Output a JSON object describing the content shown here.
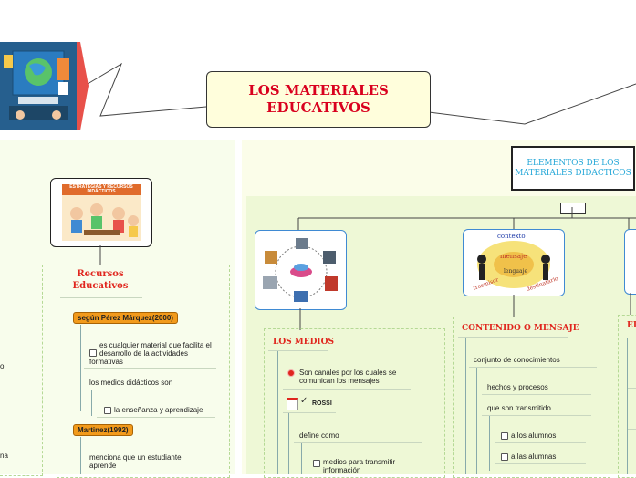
{
  "title": "LOS MATERIALES EDUCATIVOS",
  "elementos": {
    "label": "ELEMENTOS DE LOS MATERIALES DIDACTICOS"
  },
  "left": {
    "image_caption": "ESTRATEGIAS Y RECURSOS DIDÁCTICOS",
    "recursos_label": "Recursos Educativos",
    "perez": "según Pérez Márquez(2000)",
    "perez_def": "es cualquier material que facilita el desarrollo de la actividades formativas",
    "medios_son": "los medios didácticos son",
    "ensenanza": "la enseñanza y aprendizaje",
    "martinez": "Martinez(1992)",
    "menciona": "menciona que un estudiante aprende",
    "frag_o": "o",
    "frag_na": "na"
  },
  "medios": {
    "label": "LOS MEDIOS",
    "canales": "Son canales por los cuales se comunican los mensajes",
    "rossi": "ROSSI",
    "define": "define como",
    "transmitir": "medios para transmitir información"
  },
  "contenido": {
    "label": "CONTENIDO O MENSAJE",
    "conjunto": "conjunto de conocimientos",
    "hechos": "hechos y procesos",
    "transmitido": "que son transmitido",
    "alumnos": "a los alumnos",
    "alumnas": "a las alumnas",
    "diagram": {
      "contexto": "contexto",
      "mensaje": "mensaje",
      "lenguaje": "lenguaje",
      "trasmisor": "trasmisor",
      "destinatario": "destinatario"
    }
  },
  "third": {
    "label": "EL"
  },
  "colors": {
    "title_red": "#d9001e",
    "elem_blue": "#27a8d8",
    "orange": "#f29a1b",
    "node_blue": "#3f8ad3"
  }
}
